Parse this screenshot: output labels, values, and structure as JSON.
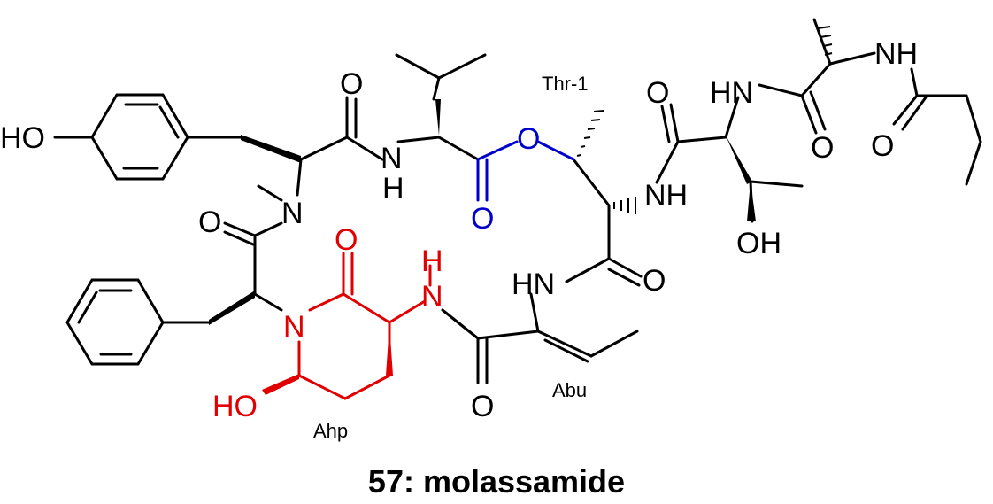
{
  "colors": {
    "default": "#000000",
    "ahp": "#e00000",
    "ester": "#0000cc"
  },
  "atoms": {
    "ho_tyr": "HO",
    "o_tyr_co": "O",
    "n_nme": "N",
    "o_nme_co": "O",
    "nh_val_n": "N",
    "nh_val_h": "H",
    "o_ester": "O",
    "o_ester_co": "O",
    "nh_thr_alpha": "NH",
    "o_thr_co": "O",
    "hn_abu": "HN",
    "o_ahp_co": "O",
    "n_ahp_ring": "N",
    "nh_ahp_n": "N",
    "nh_ahp_h": "H",
    "ho_ahp": "HO",
    "o_abu_co": "O",
    "o_thr2_co": "O",
    "hn_thr2": "HN",
    "oh_thr2": "OH",
    "o_ala_co": "O",
    "nh_ala": "NH",
    "o_but_co": "O"
  },
  "annotations": {
    "thr1": "Thr-1",
    "abu": "Abu",
    "ahp": "Ahp"
  },
  "caption": "57: molassamide"
}
